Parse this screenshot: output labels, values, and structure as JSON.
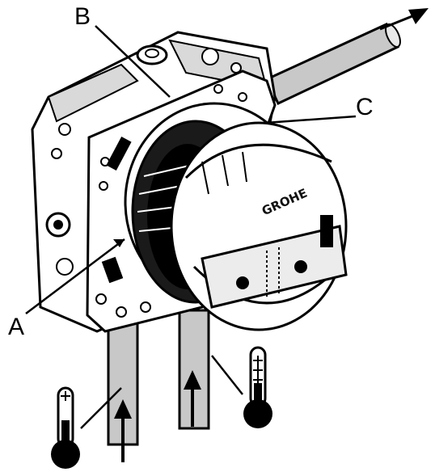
{
  "diagram": {
    "callouts": {
      "a": "A",
      "b": "B",
      "c": "C"
    },
    "brand_logo_text": "GROHE",
    "icons": [
      "thermometer-cold-icon",
      "thermometer-hot-icon",
      "flow-arrow-icon"
    ],
    "colors": {
      "line": "#000000",
      "light_gray": "#c8c8c8",
      "mid_gray": "#9a9a9a",
      "background": "#ffffff"
    }
  }
}
